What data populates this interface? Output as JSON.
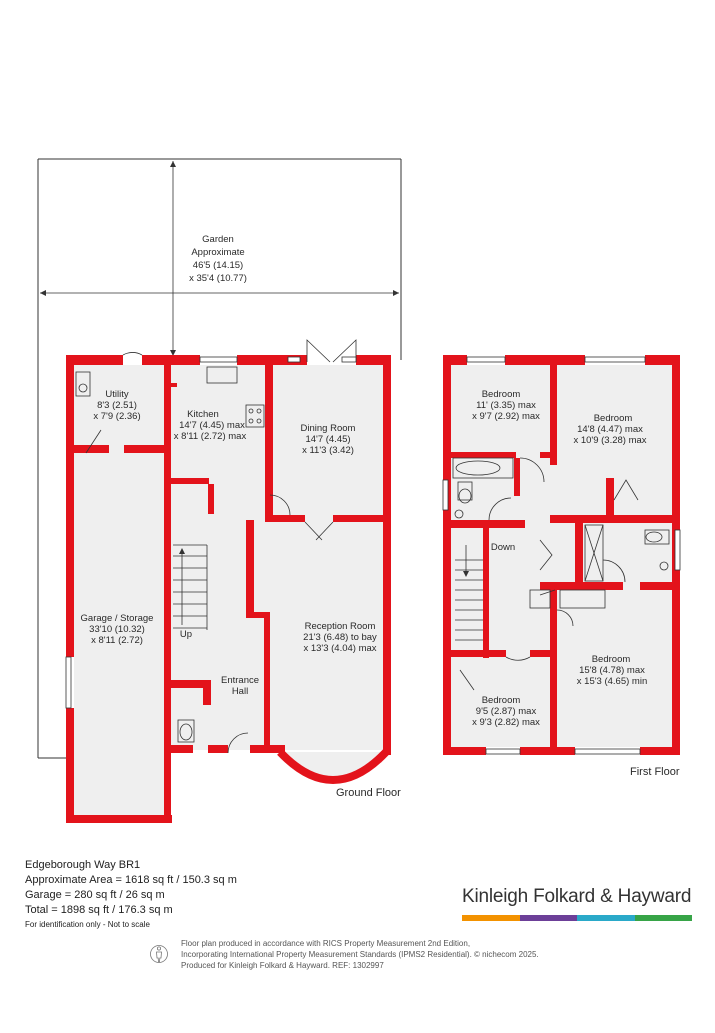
{
  "rooms": {
    "garden": {
      "name": "Garden",
      "line2": "Approximate",
      "line3": "46'5 (14.15)",
      "line4": "x 35'4 (10.77)"
    },
    "utility": {
      "name": "Utility",
      "line2": "8'3 (2.51)",
      "line3": "x 7'9 (2.36)"
    },
    "kitchen": {
      "name": "Kitchen",
      "line2": "14'7 (4.45) max",
      "line3": "x 8'11 (2.72) max"
    },
    "dining": {
      "name": "Dining Room",
      "line2": "14'7 (4.45)",
      "line3": "x 11'3 (3.42)"
    },
    "garage": {
      "name": "Garage / Storage",
      "line2": "33'10 (10.32)",
      "line3": "x 8'11 (2.72)"
    },
    "reception": {
      "name": "Reception Room",
      "line2": "21'3 (6.48) to bay",
      "line3": "x 13'3 (4.04) max"
    },
    "hall": {
      "name": "Entrance",
      "line2": "Hall"
    },
    "stairs_up": "Up",
    "bed1": {
      "name": "Bedroom",
      "line2": "11' (3.35) max",
      "line3": "x 9'7 (2.92) max"
    },
    "bed2": {
      "name": "Bedroom",
      "line2": "14'8 (4.47) max",
      "line3": "x 10'9 (3.28) max"
    },
    "bed3": {
      "name": "Bedroom",
      "line2": "15'8 (4.78) max",
      "line3": "x 15'3 (4.65) min"
    },
    "bed4": {
      "name": "Bedroom",
      "line2": "9'5 (2.87) max",
      "line3": "x 9'3 (2.82) max"
    },
    "stairs_down": "Down"
  },
  "floors": {
    "ground": "Ground Floor",
    "first": "First Floor"
  },
  "info": {
    "address": "Edgeborough Way  BR1",
    "area": "Approximate Area = 1618 sq ft / 150.3 sq m",
    "garage": "Garage = 280 sq ft / 26 sq m",
    "total": "Total = 1898 sq ft / 176.3 sq m",
    "note": "For identification only - Not to scale"
  },
  "brand": {
    "name": "Kinleigh Folkard & Hayward",
    "bar_colors": [
      "#f39200",
      "#6c3f98",
      "#2aa9c9",
      "#37a447"
    ]
  },
  "footnote": {
    "line1": "Floor plan produced in accordance with RICS Property Measurement 2nd Edition,",
    "line2": "Incorporating International Property Measurement Standards (IPMS2 Residential).  © nichecom 2025.",
    "line3": "Produced for Kinleigh Folkard & Hayward.   REF: 1302997"
  },
  "colors": {
    "wall": "#e3131b",
    "floor": "#efefef"
  }
}
